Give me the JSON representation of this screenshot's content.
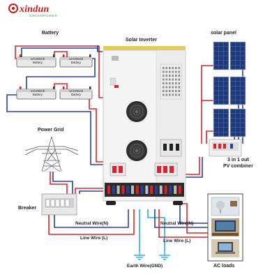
{
  "brand": {
    "name": "xindun",
    "subtitle": "GREENPOWER",
    "colors": {
      "primary": "#c0201c",
      "secondary": "#2f9c3a"
    }
  },
  "labels": {
    "battery": "Battery",
    "solar_inverter": "Solar Inverter",
    "solar_panel": "solar panel",
    "power_grid": "Power Grid",
    "breaker": "Breaker",
    "combiner_line1": "3 in 1 out",
    "combiner_line2": "PV combiner",
    "neutral_left": "Neutral Wire(N)",
    "line_left": "Line Wire  (L)",
    "neutral_right": "Neutral Wire(N)",
    "line_right": "Line Wire  (L)",
    "earth": "Earth Wire(GND)",
    "ac_loads": "AC loads"
  },
  "batteries": [
    {
      "line1": "12V200Ah",
      "line2": "Battery"
    },
    {
      "line1": "12V200Ah",
      "line2": "Battery"
    },
    {
      "line1": "12V200Ah",
      "line2": "Battery"
    },
    {
      "line1": "12V200Ah",
      "line2": "Battery"
    }
  ],
  "wire_colors": {
    "positive": "#d7262b",
    "negative": "#2a3f9d",
    "neutral": "#2a3f9d",
    "line": "#d7262b",
    "earth": "#2aa6e0"
  }
}
